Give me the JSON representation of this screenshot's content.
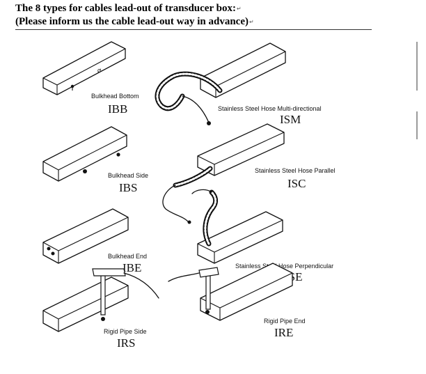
{
  "header": {
    "line1": "The 8 types for cables lead-out of transducer box:",
    "line2": "(Please inform us the cable lead-out way in advance)",
    "return_mark": "↵"
  },
  "labels": {
    "ibb": {
      "name": "Bulkhead Bottom",
      "code": "IBB"
    },
    "ism": {
      "name": "Stainless Steel Hose Multi-directional",
      "code": "ISM"
    },
    "ibs": {
      "name": "Bulkhead Side",
      "code": "IBS"
    },
    "isc": {
      "name": "Stainless Steel Hose Parallel",
      "code": "ISC"
    },
    "ibe": {
      "name": "Bulkhead End",
      "code": "IBE"
    },
    "ise": {
      "name": "Stainless Steel Hose Perpendicular",
      "code": "ISE"
    },
    "ire": {
      "name": "Rigid Pipe End",
      "code": "IRE"
    },
    "irs": {
      "name": "Rigid Pipe Side",
      "code": "IRS"
    }
  }
}
